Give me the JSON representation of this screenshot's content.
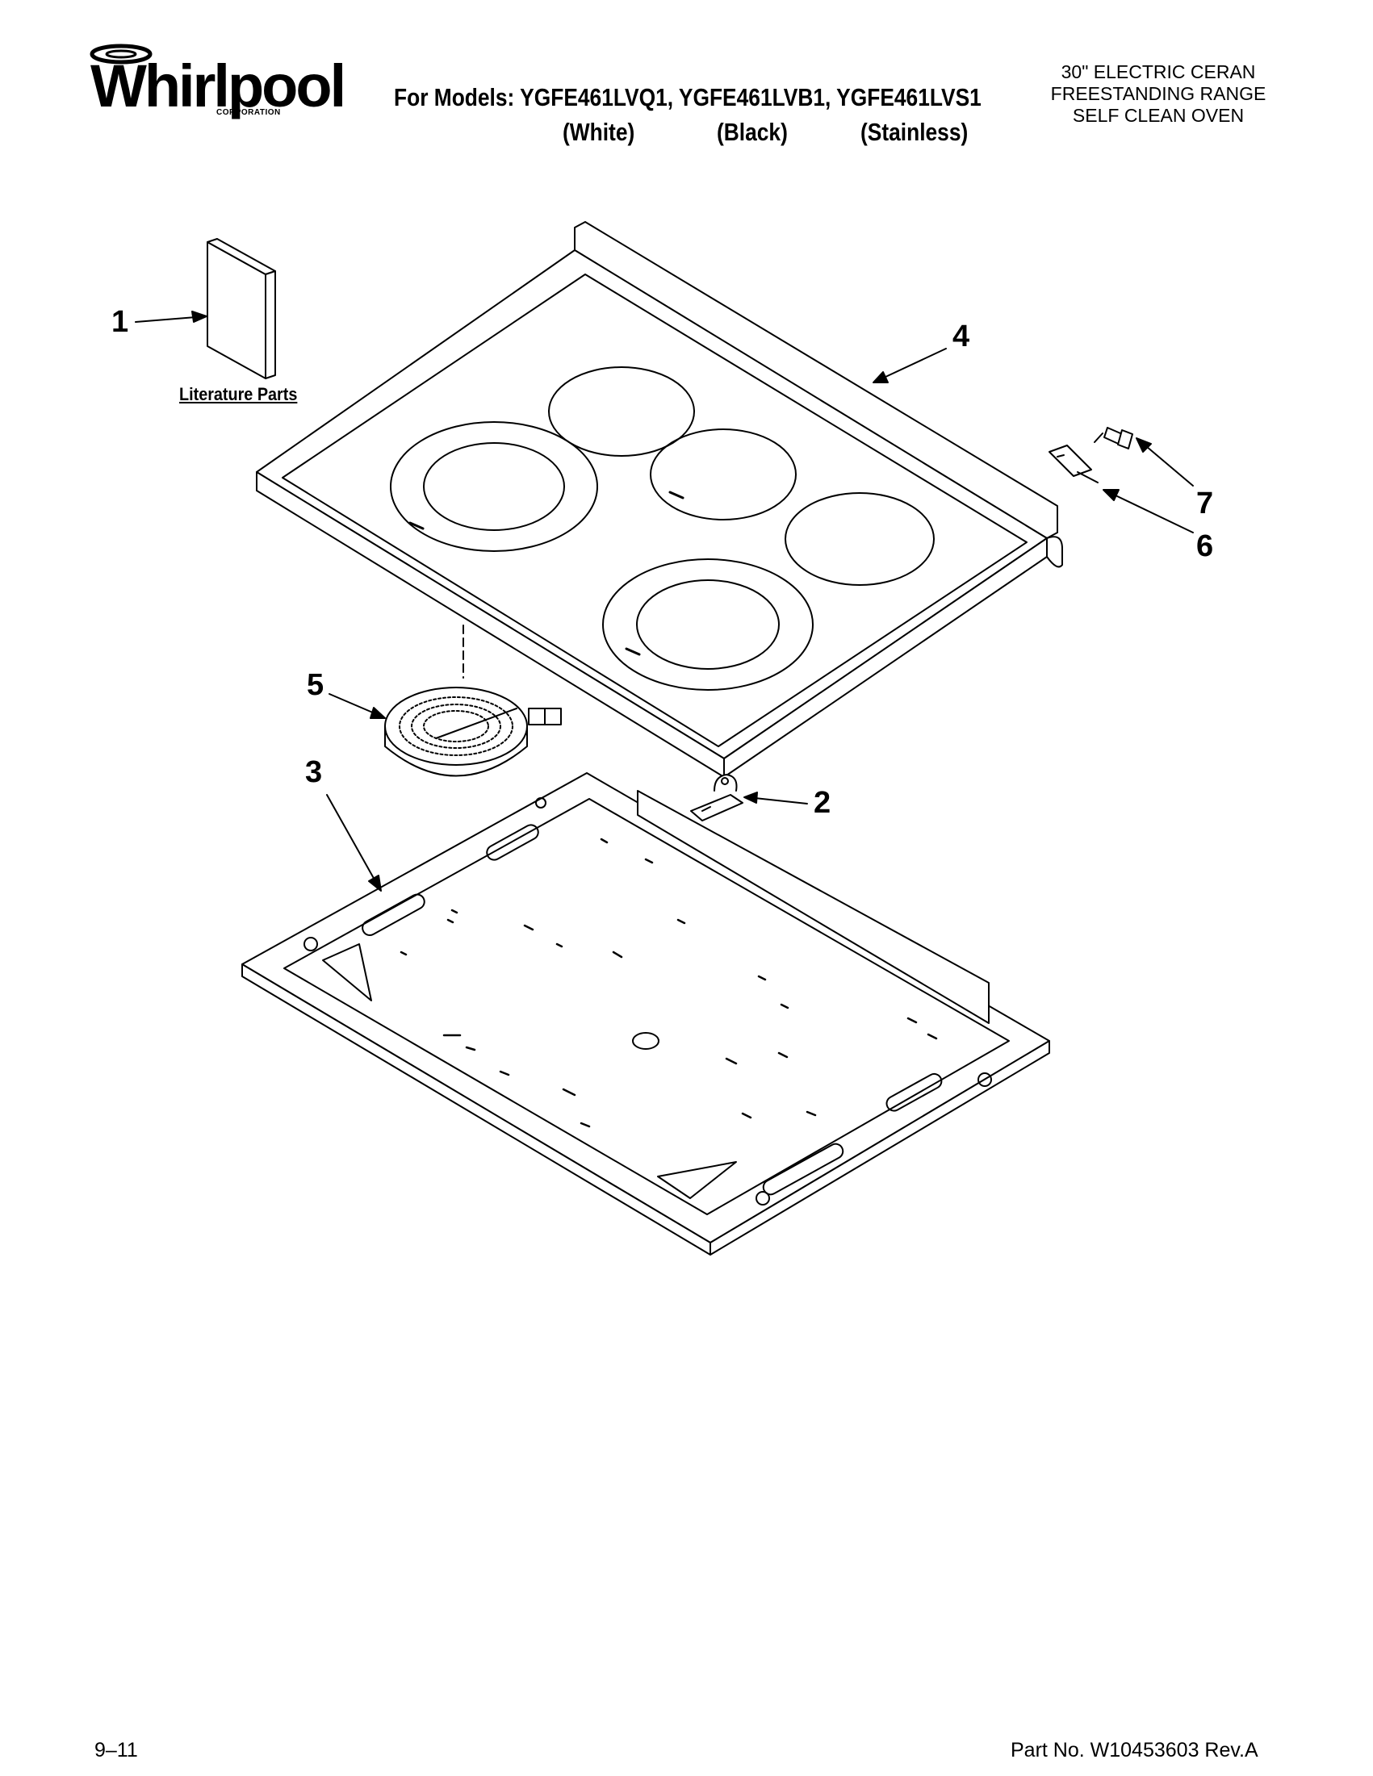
{
  "header": {
    "brand": "Whirlpool",
    "brand_sub": "CORPORATION",
    "models_line": "For Models: YGFE461LVQ1, YGFE461LVB1, YGFE461LVS1",
    "colors": [
      "(White)",
      "(Black)",
      "(Stainless)"
    ],
    "product_desc": [
      "30\" ELECTRIC CERAN",
      "FREESTANDING RANGE",
      "SELF CLEAN OVEN"
    ]
  },
  "diagram": {
    "literature_label": "Literature Parts",
    "callouts": [
      "1",
      "2",
      "3",
      "4",
      "5",
      "6",
      "7"
    ]
  },
  "footer": {
    "date_code": "9–11",
    "part_no": "Part No. W10453603 Rev.A"
  }
}
